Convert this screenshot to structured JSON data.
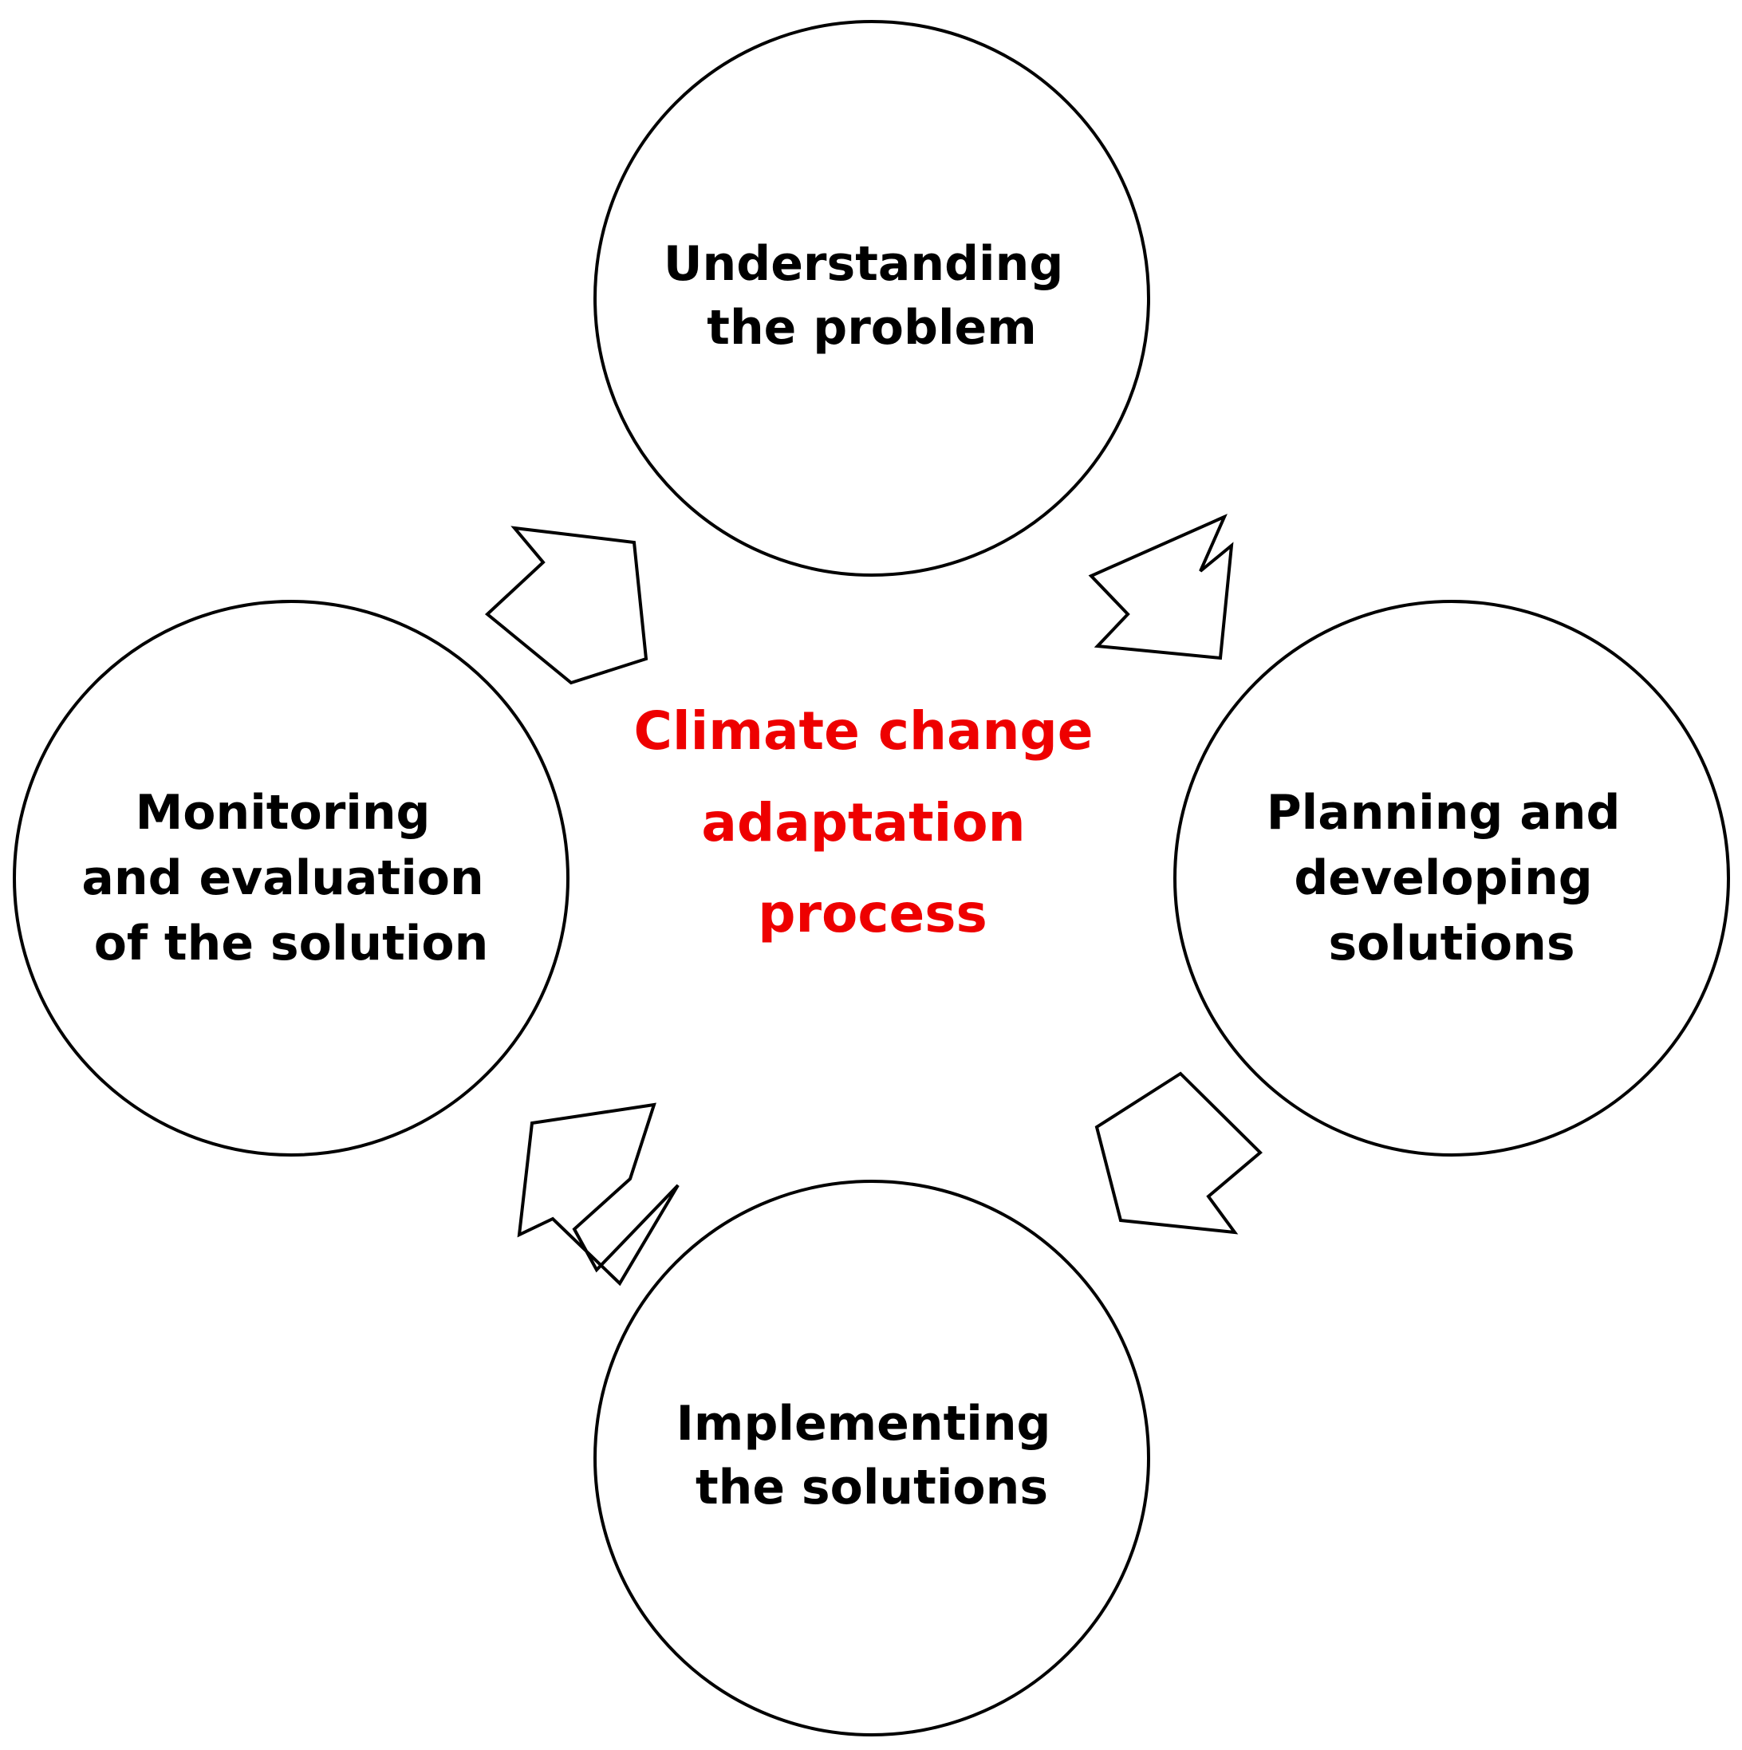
{
  "center": {
    "lines": [
      "Climate change",
      "adaptation",
      "process"
    ],
    "color": "#ee0000"
  },
  "stages": [
    {
      "id": "understanding",
      "lines": [
        "Understanding",
        "the problem"
      ]
    },
    {
      "id": "planning",
      "lines": [
        "Planning and",
        "developing",
        "solutions"
      ]
    },
    {
      "id": "implementing",
      "lines": [
        "Implementing",
        "the solutions"
      ]
    },
    {
      "id": "monitoring",
      "lines": [
        "Monitoring",
        "and evaluation",
        "of the solution"
      ]
    }
  ],
  "colors": {
    "stroke": "#000000",
    "fill": "#ffffff",
    "stage_text": "#000000"
  },
  "icons": {
    "arrow": "block-arrow-icon"
  }
}
